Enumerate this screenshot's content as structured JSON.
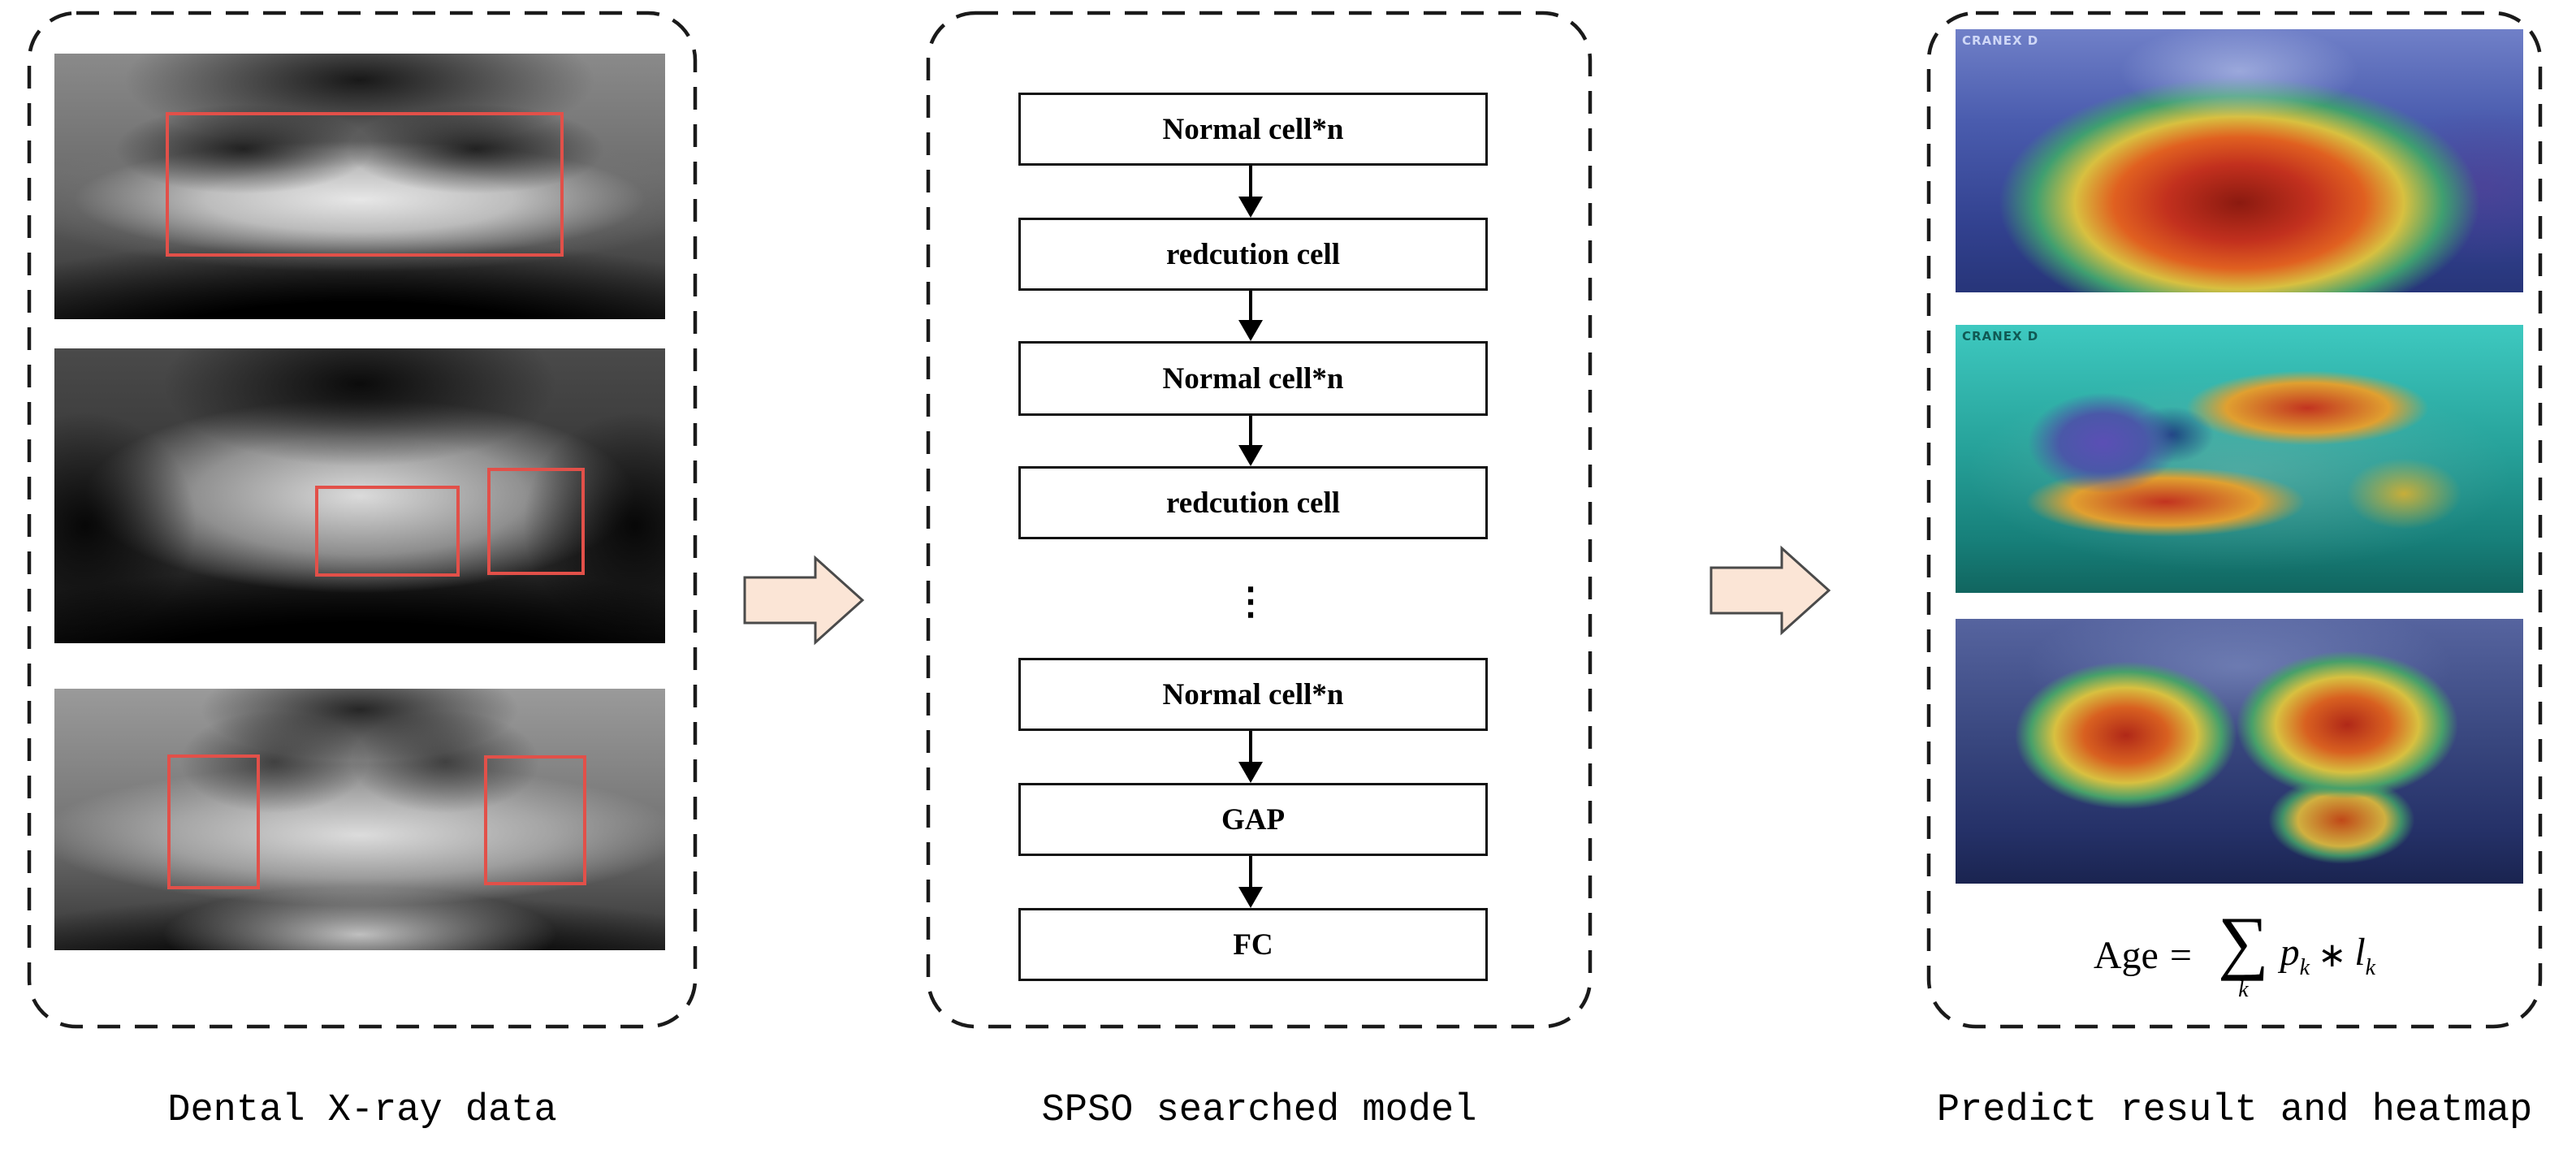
{
  "figure": {
    "left_panel": {
      "caption": "Dental X-ray data",
      "images": [
        {
          "name": "panoramic-xray-1"
        },
        {
          "name": "panoramic-xray-2"
        },
        {
          "name": "panoramic-xray-3"
        }
      ]
    },
    "middle_panel": {
      "caption": "SPSO searched model",
      "nodes": [
        {
          "label": "Normal cell*n"
        },
        {
          "label": "redcution cell"
        },
        {
          "label": "Normal cell*n"
        },
        {
          "label": "redcution cell"
        },
        {
          "label": "⋮"
        },
        {
          "label": "Normal cell*n"
        },
        {
          "label": "GAP"
        },
        {
          "label": "FC"
        }
      ]
    },
    "right_panel": {
      "caption": "Predict result and heatmap",
      "heatmaps": [
        {
          "label": "CRANEX D"
        },
        {
          "label": "CRANEX D"
        },
        {
          "label": ""
        }
      ],
      "formula": {
        "lhs": "Age",
        "equals": "=",
        "sigma": "∑",
        "sigma_sub": "k",
        "p": "p",
        "p_sub": "k",
        "times": "∗",
        "l": "l",
        "l_sub": "k"
      }
    },
    "colors": {
      "annotation_red": "#e25049",
      "arrow_fill": "#fbe5d6",
      "arrow_stroke": "#4a4a4a",
      "dashed_border": "#1a1a1a"
    }
  }
}
